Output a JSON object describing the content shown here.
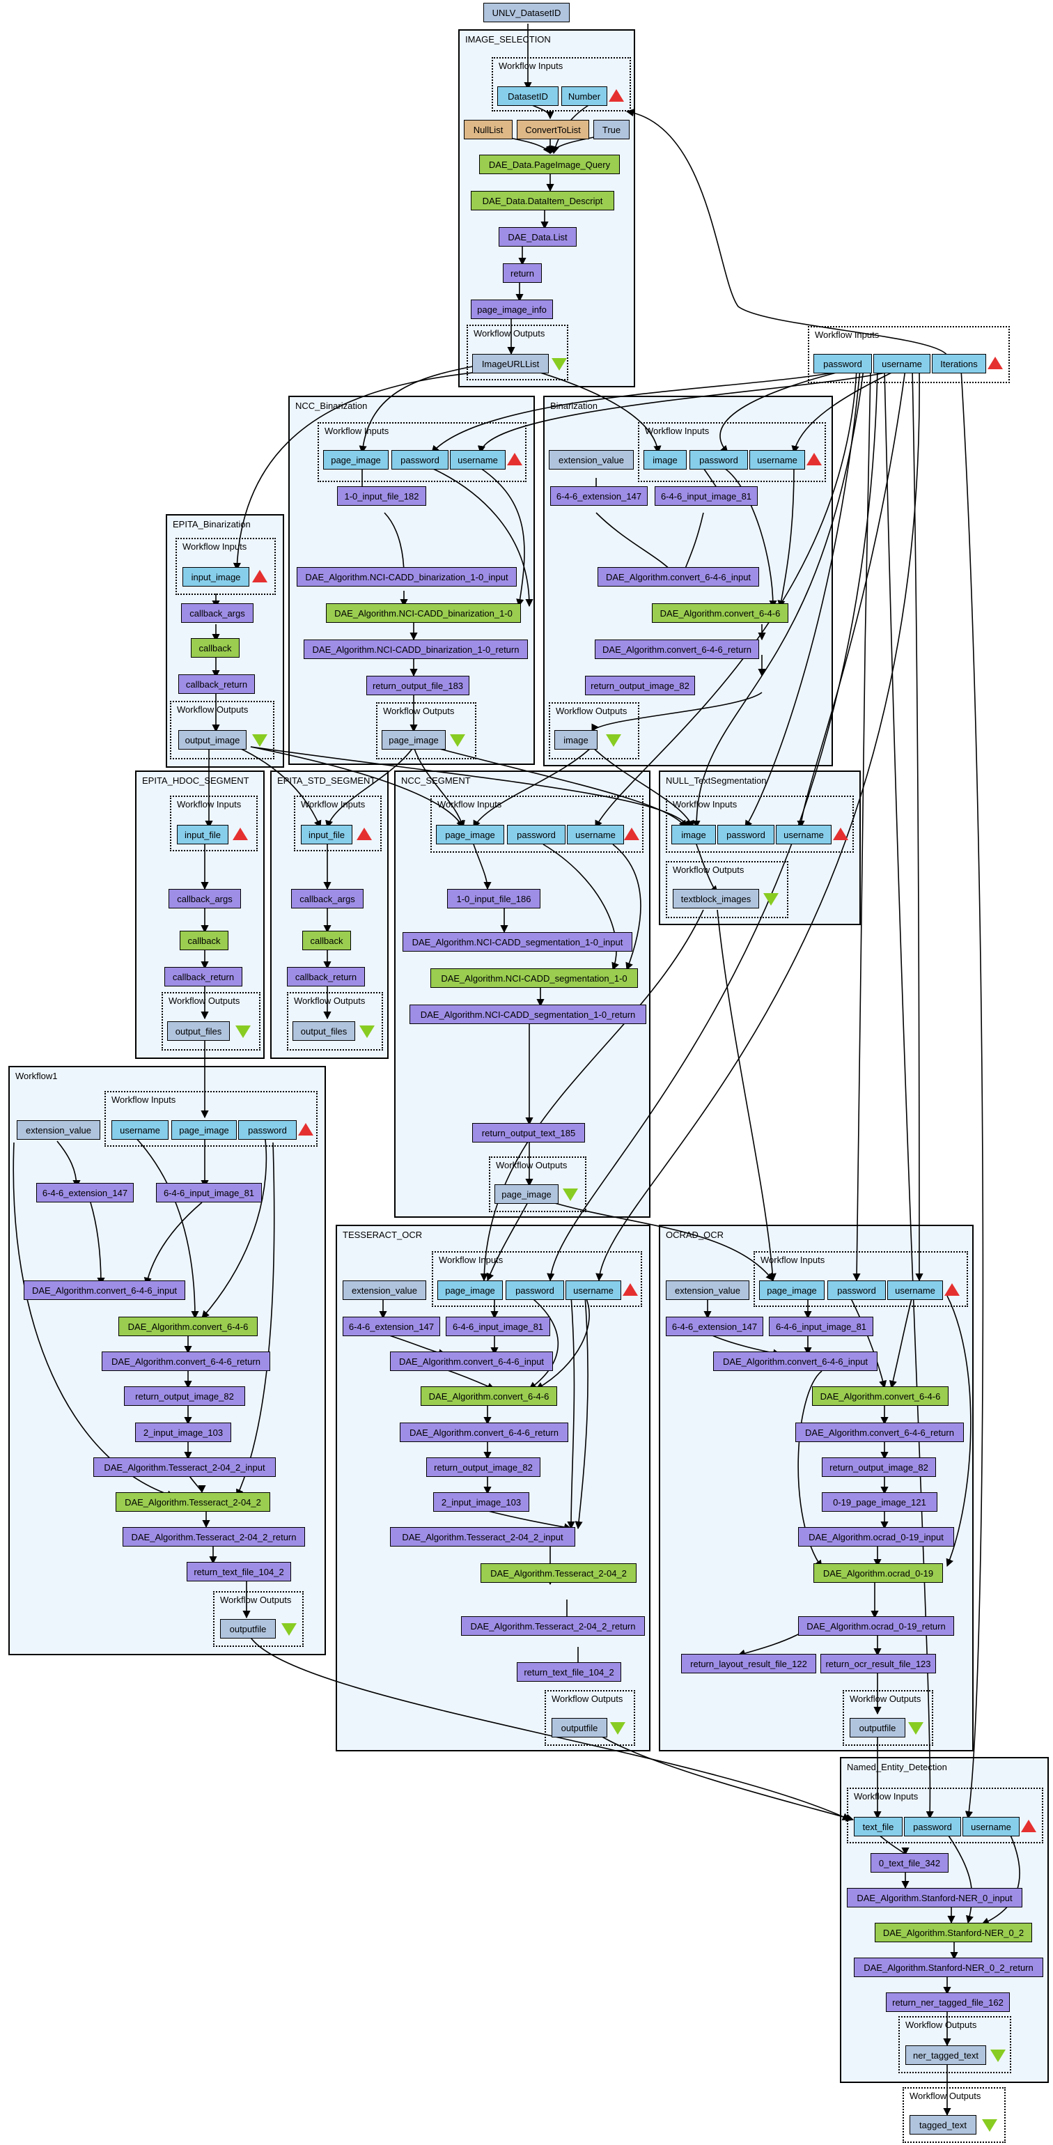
{
  "diagram": {
    "top_node": "UNLV_DatasetID",
    "image_selection": {
      "title": "IMAGE_SELECTION",
      "inputs_title": "Workflow Inputs",
      "inputs": [
        "DatasetID",
        "Number"
      ],
      "constants": [
        "NullList",
        "ConvertToList",
        "True"
      ],
      "steps": [
        "DAE_Data.PageImage_Query",
        "DAE_Data.DataItem_Descript",
        "DAE_Data.List",
        "return",
        "page_image_info"
      ],
      "outputs_title": "Workflow Outputs",
      "output": "ImageURLList"
    },
    "global_inputs": {
      "title": "Workflow Inputs",
      "items": [
        "password",
        "username",
        "Iterations"
      ]
    },
    "ncc_binarization": {
      "title": "NCC_Binarization",
      "inputs_title": "Workflow Inputs",
      "inputs": [
        "page_image",
        "password",
        "username"
      ],
      "steps": [
        "1-0_input_file_182",
        "DAE_Algorithm.NCI-CADD_binarization_1-0_input",
        "DAE_Algorithm.NCI-CADD_binarization_1-0",
        "DAE_Algorithm.NCI-CADD_binarization_1-0_return",
        "return_output_file_183"
      ],
      "outputs_title": "Workflow Outputs",
      "output": "page_image"
    },
    "binarization": {
      "title": "Binarization",
      "const": "extension_value",
      "inputs_title": "Workflow Inputs",
      "inputs": [
        "image",
        "password",
        "username"
      ],
      "steps": [
        "6-4-6_extension_147",
        "6-4-6_input_image_81",
        "DAE_Algorithm.convert_6-4-6_input",
        "DAE_Algorithm.convert_6-4-6",
        "DAE_Algorithm.convert_6-4-6_return",
        "return_output_image_82"
      ],
      "outputs_title": "Workflow Outputs",
      "output": "image"
    },
    "epita_binarization": {
      "title": "EPITA_Binarization",
      "inputs_title": "Workflow Inputs",
      "input": "input_image",
      "steps": [
        "callback_args",
        "callback",
        "callback_return"
      ],
      "outputs_title": "Workflow Outputs",
      "output": "output_image"
    },
    "epita_hdoc": {
      "title": "EPITA_HDOC_SEGMENT",
      "inputs_title": "Workflow Inputs",
      "input": "input_file",
      "steps": [
        "callback_args",
        "callback",
        "callback_return"
      ],
      "outputs_title": "Workflow Outputs",
      "output": "output_files"
    },
    "epita_std": {
      "title": "EPITA_STD_SEGMENT",
      "inputs_title": "Workflow Inputs",
      "input": "input_file",
      "steps": [
        "callback_args",
        "callback",
        "callback_return"
      ],
      "outputs_title": "Workflow Outputs",
      "output": "output_files"
    },
    "ncc_segment": {
      "title": "NCC_SEGMENT",
      "inputs_title": "Workflow Inputs",
      "inputs": [
        "page_image",
        "password",
        "username"
      ],
      "steps": [
        "1-0_input_file_186",
        "DAE_Algorithm.NCI-CADD_segmentation_1-0_input",
        "DAE_Algorithm.NCI-CADD_segmentation_1-0",
        "DAE_Algorithm.NCI-CADD_segmentation_1-0_return",
        "return_output_text_185"
      ],
      "outputs_title": "Workflow Outputs",
      "output": "page_image"
    },
    "null_textseg": {
      "title": "NULL_TextSegmentation",
      "inputs_title": "Workflow Inputs",
      "inputs": [
        "image",
        "password",
        "username"
      ],
      "outputs_title": "Workflow Outputs",
      "output": "textblock_images"
    },
    "workflow1": {
      "title": "Workflow1",
      "const": "extension_value",
      "inputs_title": "Workflow Inputs",
      "inputs": [
        "username",
        "page_image",
        "password"
      ],
      "steps": [
        "6-4-6_extension_147",
        "6-4-6_input_image_81",
        "DAE_Algorithm.convert_6-4-6_input",
        "DAE_Algorithm.convert_6-4-6",
        "DAE_Algorithm.convert_6-4-6_return",
        "return_output_image_82",
        "2_input_image_103",
        "DAE_Algorithm.Tesseract_2-04_2_input",
        "DAE_Algorithm.Tesseract_2-04_2",
        "DAE_Algorithm.Tesseract_2-04_2_return",
        "return_text_file_104_2"
      ],
      "outputs_title": "Workflow Outputs",
      "output": "outputfile"
    },
    "tesseract_ocr": {
      "title": "TESSERACT_OCR",
      "const": "extension_value",
      "inputs_title": "Workflow Inputs",
      "inputs": [
        "page_image",
        "password",
        "username"
      ],
      "steps": [
        "6-4-6_extension_147",
        "6-4-6_input_image_81",
        "DAE_Algorithm.convert_6-4-6_input",
        "DAE_Algorithm.convert_6-4-6",
        "DAE_Algorithm.convert_6-4-6_return",
        "return_output_image_82",
        "2_input_image_103",
        "DAE_Algorithm.Tesseract_2-04_2_input",
        "DAE_Algorithm.Tesseract_2-04_2",
        "DAE_Algorithm.Tesseract_2-04_2_return",
        "return_text_file_104_2"
      ],
      "outputs_title": "Workflow Outputs",
      "output": "outputfile"
    },
    "ocrad_ocr": {
      "title": "OCRAD_OCR",
      "const": "extension_value",
      "inputs_title": "Workflow Inputs",
      "inputs": [
        "page_image",
        "password",
        "username"
      ],
      "steps": [
        "6-4-6_extension_147",
        "6-4-6_input_image_81",
        "DAE_Algorithm.convert_6-4-6_input",
        "DAE_Algorithm.convert_6-4-6",
        "DAE_Algorithm.convert_6-4-6_return",
        "return_output_image_82",
        "0-19_page_image_121",
        "DAE_Algorithm.ocrad_0-19_input",
        "DAE_Algorithm.ocrad_0-19",
        "DAE_Algorithm.ocrad_0-19_return",
        "return_layout_result_file_122",
        "return_ocr_result_file_123"
      ],
      "outputs_title": "Workflow Outputs",
      "output": "outputfile"
    },
    "ned": {
      "title": "Named_Entity_Detection",
      "inputs_title": "Workflow Inputs",
      "inputs": [
        "text_file",
        "password",
        "username"
      ],
      "steps": [
        "0_text_file_342",
        "DAE_Algorithm.Stanford-NER_0_input",
        "DAE_Algorithm.Stanford-NER_0_2",
        "DAE_Algorithm.Stanford-NER_0_2_return",
        "return_ner_tagged_file_162"
      ],
      "outputs_title": "Workflow Outputs",
      "output": "ner_tagged_text"
    },
    "final_outputs": {
      "title": "Workflow Outputs",
      "output": "tagged_text"
    }
  }
}
